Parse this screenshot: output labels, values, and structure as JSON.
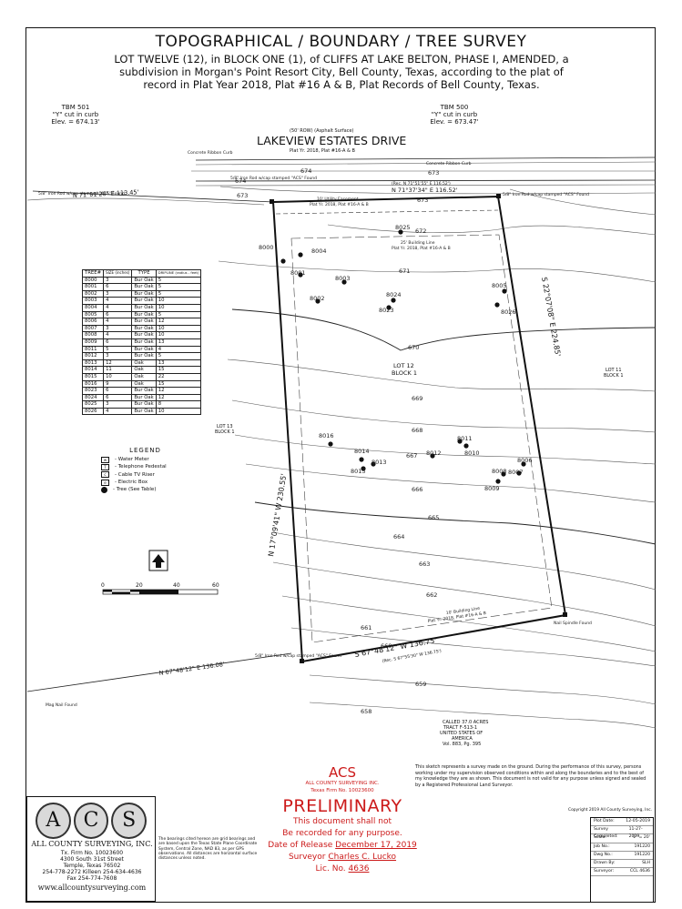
{
  "title": "TOPOGRAPHICAL / BOUNDARY / TREE SURVEY",
  "description_lines": [
    "LOT TWELVE (12), in BLOCK ONE (1), of CLIFFS AT LAKE BELTON, PHASE I, AMENDED, a",
    "subdivision in Morgan's Point Resort City, Bell County, Texas, according to the plat of",
    "record in Plat Year 2018, Plat #16 A & B, Plat Records of Bell County, Texas."
  ],
  "tbm_left": {
    "name": "TBM 501",
    "desc": "\"Y\" cut in curb",
    "elev": "Elev. = 674.13'"
  },
  "tbm_right": {
    "name": "TBM 500",
    "desc": "\"Y\" cut in curb",
    "elev": "Elev. = 673.47'"
  },
  "street": {
    "name": "LAKEVIEW ESTATES DRIVE",
    "row": "(50' ROW) (Asphalt Surface)",
    "plat": "Plat Yr. 2018, Plat #16-A & B"
  },
  "plan_labels": {
    "curb_left": "Concrete Ribbon Curb",
    "curb_right": "Concrete Ribbon Curb",
    "north_call": "N 71°37'34\" E  116.52'",
    "north_rec": "(Rec. N 71°51'55\" E  116.52')",
    "west_call_road": "N 71°51'20\" E  113.45'",
    "utility_easement": "10' Utility Easement",
    "utility_plat": "Plat Yr. 2018, Plat #16-A & B",
    "building_line": "25' Building Line",
    "building_plat": "Plat Yr. 2018, Plat #16-A & B",
    "lot": "LOT 12",
    "block": "BLOCK 1",
    "lot_left": "LOT 13",
    "block_left": "BLOCK 1",
    "lot_right": "LOT 11",
    "block_right": "BLOCK 1",
    "west_call": "N 17°09'41\" W  230.55'",
    "east_call": "S 22°07'08\" E  224.85'",
    "south_call": "S 67°48'12\" W  136.75'",
    "south_rec": "(Rec. S 67°55'30\" W  136.75')",
    "south_road": "N 67°48'12\" E  136.08'",
    "rear_bldg": "10' Building Line",
    "rear_plat": "Plat Yr. 2018, Plat #16-A & B",
    "nail_found": "Nail Spindle Found",
    "mag_nail": "Mag Nail Found",
    "iron_rod_nw": "5/8\" Iron Rod w/cap stamped \"ACS\" Found",
    "iron_rod_ne": "5/8\" Iron Rod w/cap stamped \"ACS\" Found",
    "iron_rod_sw": "5/8\" Iron Rod w/cap stamped \"ACS\" Found",
    "iron_rod_w": "5/8\" Iron Rod w/cap stamped \"ACS\" Found",
    "called_acres": "CALLED 37.0 ACRES",
    "tract": "TRACT F-513-1",
    "usa1": "UNITED STATES OF",
    "usa2": "AMERICA",
    "vol": "Vol. 883, Pg. 395"
  },
  "contours": [
    "674",
    "673",
    "672",
    "671",
    "670",
    "669",
    "668",
    "667",
    "666",
    "665",
    "664",
    "663",
    "662",
    "661",
    "660",
    "659",
    "658"
  ],
  "tree_points": [
    "8000",
    "8001",
    "8002",
    "8003",
    "8004",
    "8005",
    "8006",
    "8007",
    "8008",
    "8009",
    "8010",
    "8011",
    "8012",
    "8013",
    "8014",
    "8015",
    "8016",
    "8023",
    "8024",
    "8025",
    "8026"
  ],
  "tree_table": {
    "headers": [
      "TREE#",
      "SIZE (inches)",
      "TYPE",
      "DRIPLINE (radius - feet)"
    ],
    "rows": [
      [
        "8000",
        "3",
        "Bur Oak",
        "5"
      ],
      [
        "8001",
        "6",
        "Bur Oak",
        "5"
      ],
      [
        "8002",
        "3",
        "Bur Oak",
        "5"
      ],
      [
        "8003",
        "4",
        "Bur Oak",
        "10"
      ],
      [
        "8004",
        "4",
        "Bur Oak",
        "10"
      ],
      [
        "8005",
        "6",
        "Bur Oak",
        "5"
      ],
      [
        "8006",
        "4",
        "Bur Oak",
        "12"
      ],
      [
        "8007",
        "3",
        "Bur Oak",
        "10"
      ],
      [
        "8008",
        "4",
        "Bur Oak",
        "10"
      ],
      [
        "8009",
        "6",
        "Bur Oak",
        "13"
      ],
      [
        "8011",
        "5",
        "Bur Oak",
        "4"
      ],
      [
        "8012",
        "3",
        "Bur Oak",
        "5"
      ],
      [
        "8013",
        "12",
        "Oak",
        "13"
      ],
      [
        "8014",
        "11",
        "Oak",
        "15"
      ],
      [
        "8015",
        "10",
        "Oak",
        "22"
      ],
      [
        "8016",
        "9",
        "Oak",
        "15"
      ],
      [
        "8023",
        "6",
        "Bur Oak",
        "12"
      ],
      [
        "8024",
        "6",
        "Bur Oak",
        "12"
      ],
      [
        "8025",
        "3",
        "Bur Oak",
        "8"
      ],
      [
        "8026",
        "4",
        "Bur Oak",
        "10"
      ]
    ]
  },
  "legend": {
    "title": "LEGEND",
    "items": [
      "- Water Meter",
      "- Telephone Pedestal",
      "- Cable TV Riser",
      "- Electric Box",
      "- Tree (See Table)"
    ]
  },
  "scale_ticks": [
    "0",
    "20",
    "40",
    "60"
  ],
  "acs_stamp": {
    "abbr": "ACS",
    "company": "ALL COUNTY SURVEYING INC.",
    "firm": "Texas Firm No. 10023600",
    "status": "PRELIMINARY",
    "line1": "This document shall not",
    "line2": "Be recorded for any purpose.",
    "release_label": "Date of Release",
    "release_date": "December 17, 2019",
    "surveyor_label": "Surveyor",
    "surveyor_name": "Charles C. Lucko",
    "lic_label": "Lic. No.",
    "lic_no": "4636"
  },
  "company_block": {
    "name": "ALL COUNTY SURVEYING, INC.",
    "firm": "Tx. Firm No. 10023600",
    "street": "4300 South 31st Street",
    "city": "Temple, Texas 76502",
    "phone": "254-778-2272 Killeen 254-634-4636",
    "fax": "Fax 254-774-7608",
    "web": "www.allcountysurveying.com"
  },
  "bearing_note": "The bearings cited hereon are grid bearings and are based upon the Texas State Plane Coordinate System, Central Zone, NAD 83, as per GPS observations. All distances are horizontal surface distances unless noted.",
  "survey_note": "This sketch represents a survey made on the ground. During the performance of this survey, persons working under my supervision observed conditions within and along the boundaries and to the best of my knowledge they are as shown. This document is not valid for any purpose unless signed and sealed by a Registered Professional Land Surveyor.",
  "copyright": "Copyright 2019 All County Surveying, Inc.",
  "title_block": [
    [
      "Plot Date:",
      "12-05-2019"
    ],
    [
      "Survey Completed:",
      "11-27-2019"
    ],
    [
      "Scale:",
      "1\" = 20'"
    ],
    [
      "Job No.:",
      "191220"
    ],
    [
      "Dwg No.:",
      "191220"
    ],
    [
      "Drawn By:",
      "SLH"
    ],
    [
      "Surveyor:",
      "CCL 4636"
    ]
  ]
}
